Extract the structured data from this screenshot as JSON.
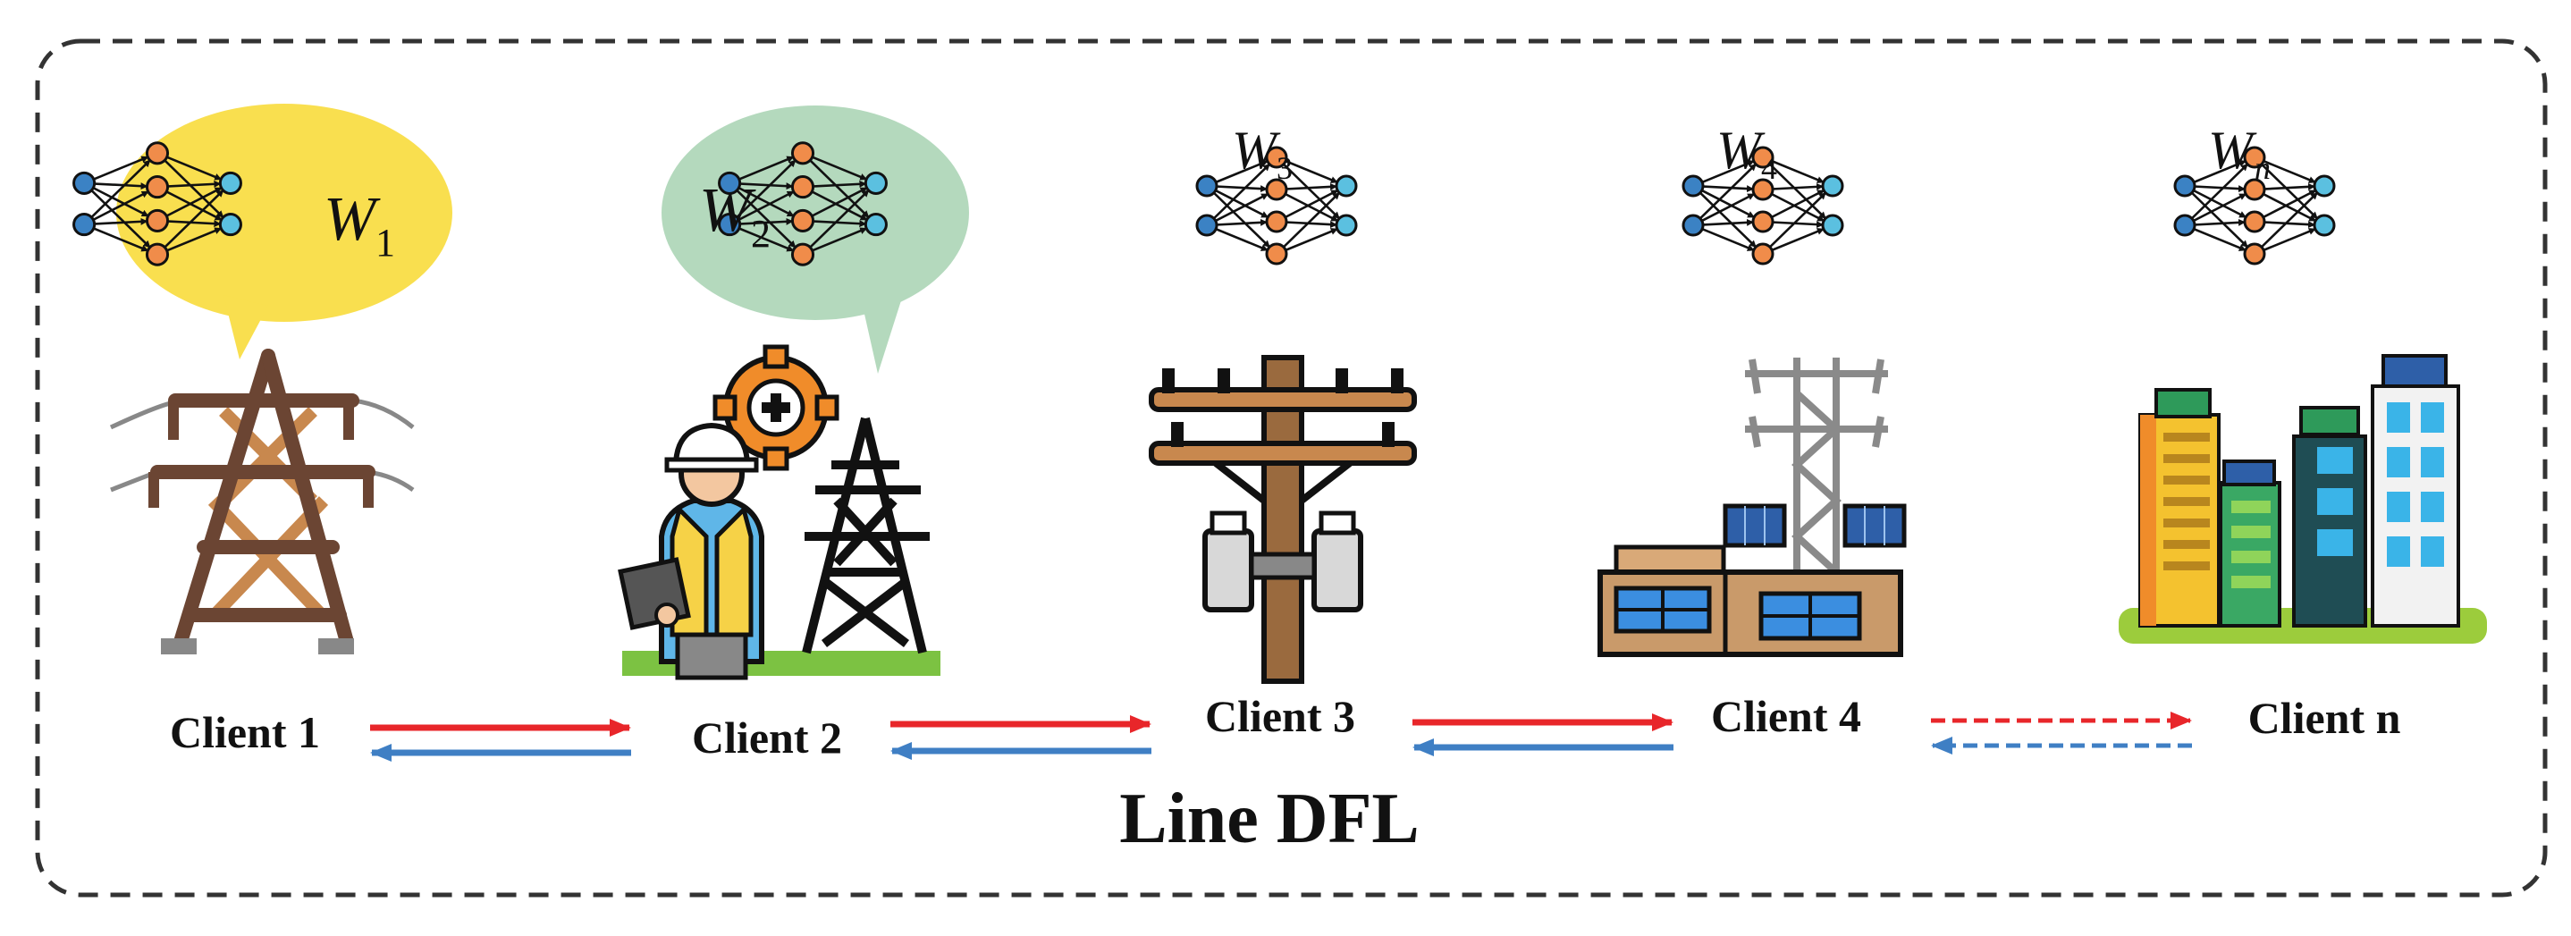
{
  "title": "Line DFL",
  "clients": [
    {
      "label": "Client 1",
      "weight_symbol": "W",
      "weight_subscript": "1",
      "bubble": true,
      "bubble_color": "#f9df4f",
      "icon": "transmission-tower-icon"
    },
    {
      "label": "Client 2",
      "weight_symbol": "W",
      "weight_subscript": "2",
      "bubble": true,
      "bubble_color": "#b4d9bd",
      "icon": "engineer-with-pylon-icon"
    },
    {
      "label": "Client 3",
      "weight_symbol": "W",
      "weight_subscript": "3",
      "bubble": false,
      "icon": "utility-pole-transformer-icon"
    },
    {
      "label": "Client 4",
      "weight_symbol": "W",
      "weight_subscript": "4",
      "bubble": false,
      "icon": "substation-solar-icon"
    },
    {
      "label": "Client n",
      "weight_symbol": "W",
      "weight_subscript": "n",
      "bubble": false,
      "icon": "solar-buildings-icon"
    }
  ],
  "links": [
    {
      "from": "Client 1",
      "to": "Client 2",
      "style": "solid"
    },
    {
      "from": "Client 2",
      "to": "Client 3",
      "style": "solid"
    },
    {
      "from": "Client 3",
      "to": "Client 4",
      "style": "solid"
    },
    {
      "from": "Client 4",
      "to": "Client n",
      "style": "dashed"
    }
  ],
  "colors": {
    "forward_arrow": "#e8262a",
    "backward_arrow": "#3f7fc4",
    "frame": "#333333",
    "nn_input": "#3b82c4",
    "nn_hidden": "#f08c4a",
    "nn_output": "#5bc0e0"
  }
}
